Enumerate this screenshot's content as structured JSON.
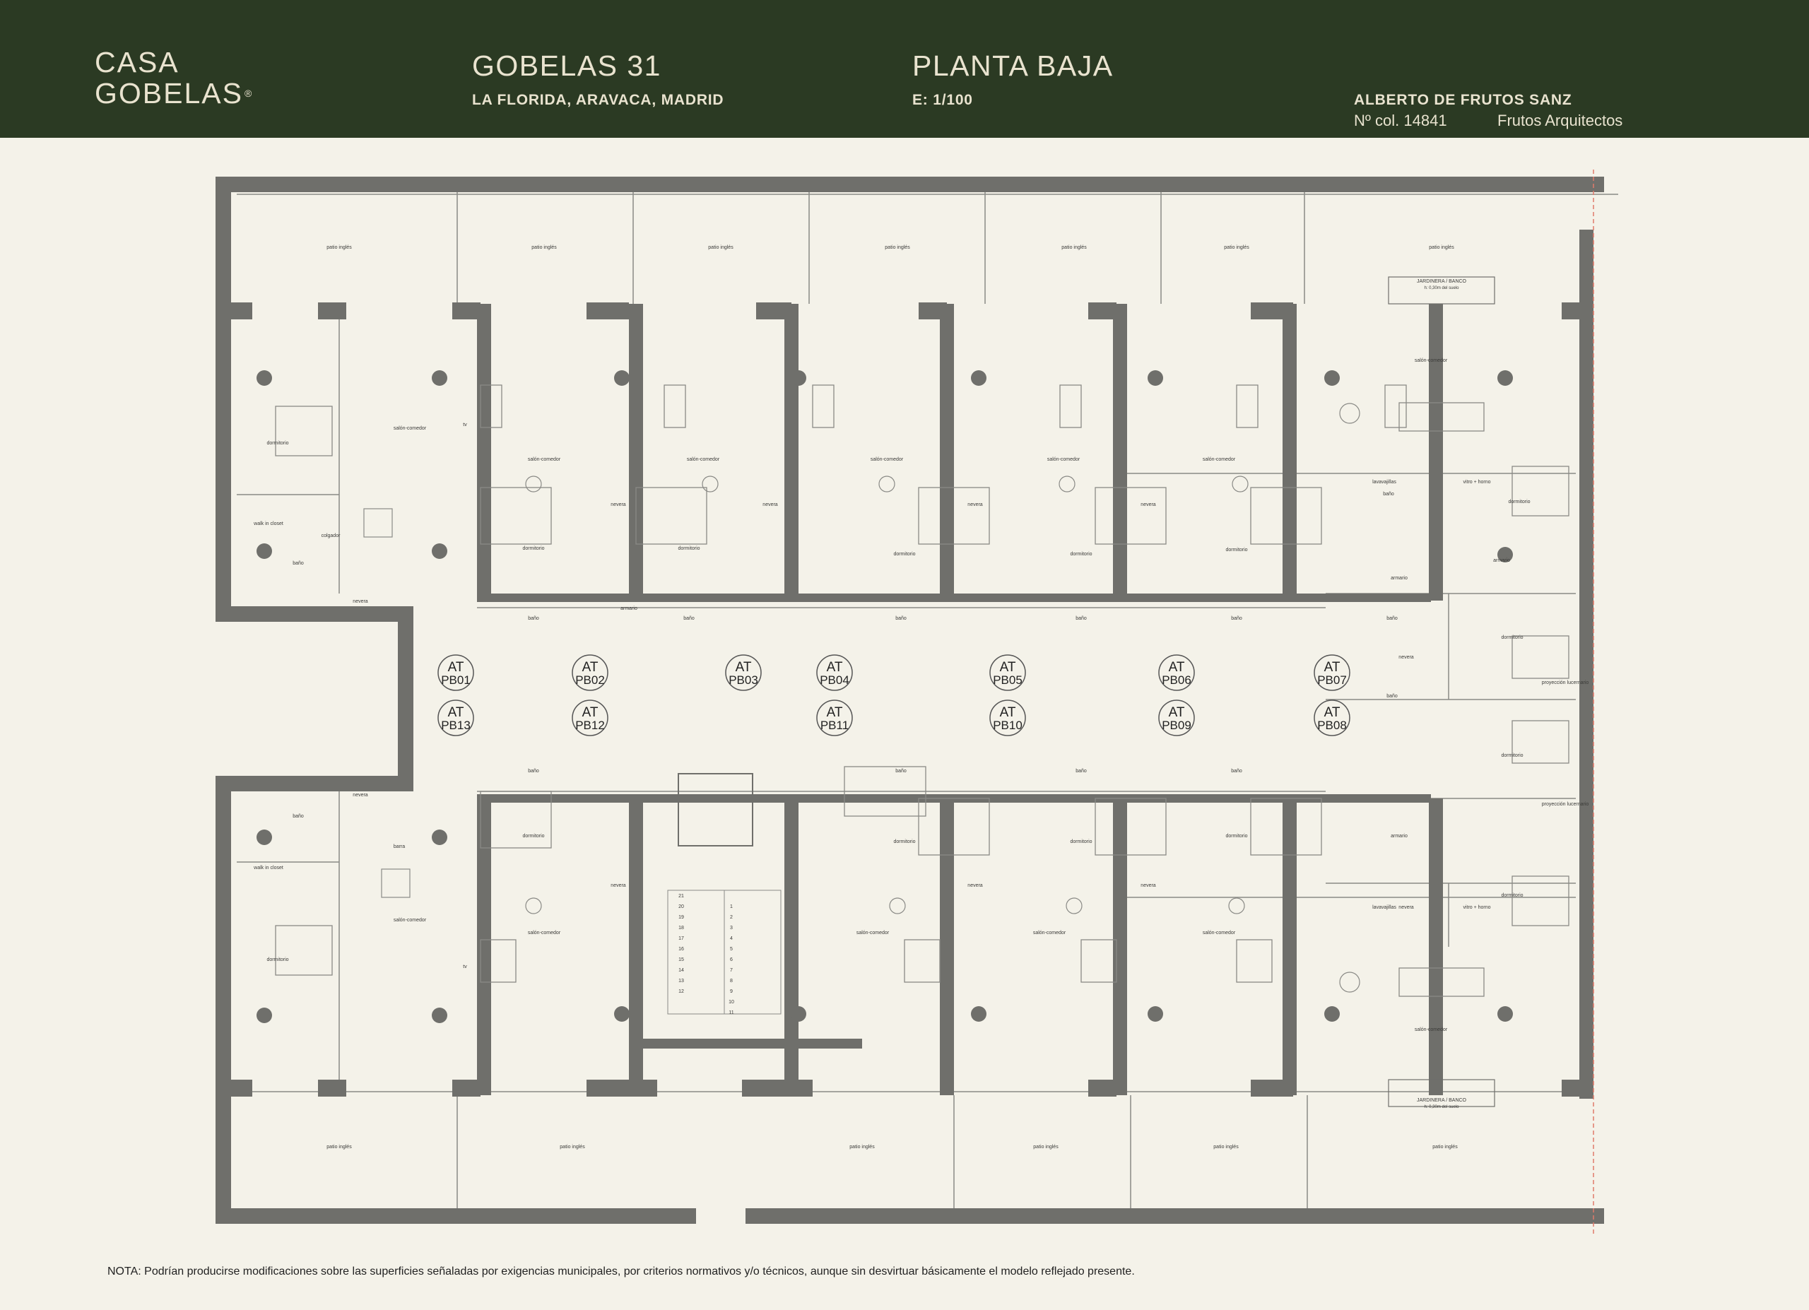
{
  "header": {
    "logo_line1": "CASA",
    "logo_line2": "GOBELAS",
    "logo_reg": "®",
    "project_title": "GOBELAS 31",
    "project_location": "LA FLORIDA, ARAVACA, MADRID",
    "plan_title": "PLANTA BAJA",
    "scale": "E: 1/100",
    "architect_name": "ALBERTO DE FRUTOS SANZ",
    "architect_col": "Nº col. 14841",
    "architect_firm": "Frutos Arquitectos"
  },
  "plan": {
    "patio_label": "patio inglés",
    "salon_label": "salón-comedor",
    "dormitorio_label": "dormitorio",
    "bano_label": "baño",
    "armario_label": "armario",
    "nevera_label": "nevera",
    "horno_label": "vitro + horno",
    "lavavajillas_label": "lavavajillas",
    "walkin_label": "walk in closet",
    "colgador_label": "colgador",
    "barra_label": "barra",
    "tv_label": "tv",
    "proyeccion_label": "proyección lucernario",
    "jardinera_label": "JARDINERA / BANCO",
    "jardinera_sub": "h: 0,30m del suelo",
    "unit_prefix": "AT",
    "unit_codes_top": [
      "PB01",
      "PB02",
      "PB03",
      "PB04",
      "PB05",
      "PB06",
      "PB07"
    ],
    "unit_codes_bottom": [
      "PB13",
      "PB12",
      "PB11",
      "PB10",
      "PB09",
      "PB08"
    ],
    "stair_steps_left": [
      "21",
      "20",
      "19",
      "18",
      "17",
      "16",
      "15",
      "14",
      "13",
      "12"
    ],
    "stair_steps_right": [
      "1",
      "2",
      "3",
      "4",
      "5",
      "6",
      "7",
      "8",
      "9",
      "10",
      "11"
    ]
  },
  "footer": {
    "note": "NOTA: Podrían producirse modificaciones sobre las superficies señaladas por exigencias municipales, por criterios normativos y/o técnicos, aunque sin desvirtuar básicamente el modelo reflejado presente."
  }
}
